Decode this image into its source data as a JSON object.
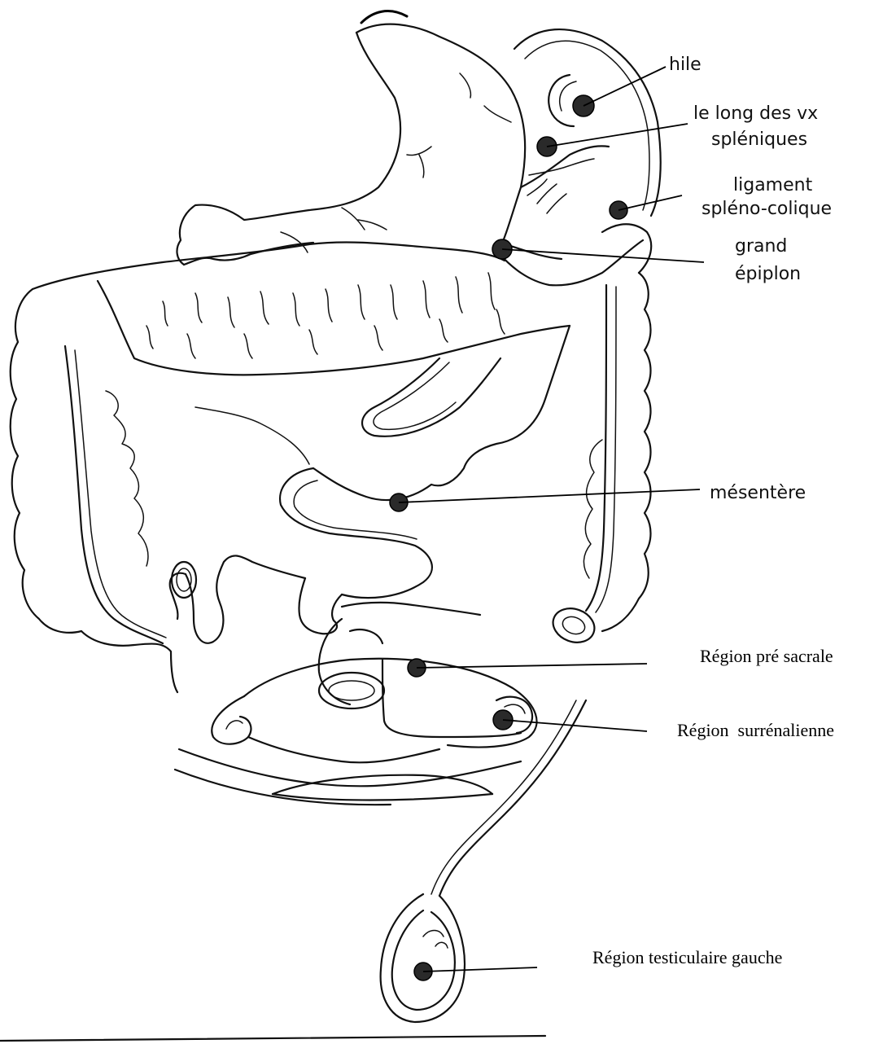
{
  "labels": {
    "hile": "hile",
    "vx_line1": "le long des vx",
    "vx_line2": "spléniques",
    "ligament_line1": "ligament",
    "ligament_line2": "spléno-colique",
    "epiplon_line1": "grand",
    "epiplon_line2": "épiplon",
    "mesentere": "mésentère",
    "pre_sacrale": "Région pré sacrale",
    "surrenalienne": "Région  surrénalienne",
    "testiculaire": "Région testiculaire gauche"
  },
  "colors": {
    "ink": "#111111",
    "node": "#2a2a2a",
    "background": "#ffffff"
  }
}
